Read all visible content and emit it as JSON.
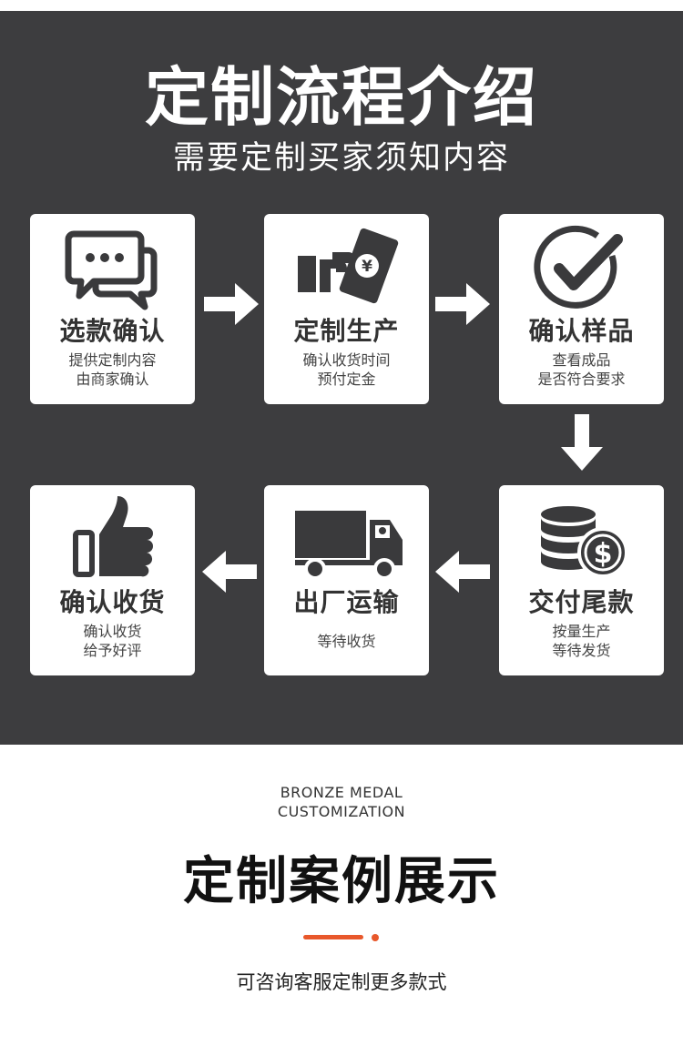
{
  "header": {
    "title": "定制流程介绍",
    "subtitle": "需要定制买家须知内容"
  },
  "steps": [
    {
      "title": "选款确认",
      "desc1": "提供定制内容",
      "desc2": "由商家确认",
      "icon": "chat-bubbles-icon"
    },
    {
      "title": "定制生产",
      "desc1": "确认收货时间",
      "desc2": "预付定金",
      "icon": "hand-money-icon"
    },
    {
      "title": "确认样品",
      "desc1": "查看成品",
      "desc2": "是否符合要求",
      "icon": "checkmark-circle-icon"
    },
    {
      "title": "交付尾款",
      "desc1": "按量生产",
      "desc2": "等待发货",
      "icon": "coins-dollar-icon"
    },
    {
      "title": "出厂运输",
      "desc1": "等待收货",
      "icon": "delivery-truck-icon"
    },
    {
      "title": "确认收货",
      "desc1": "确认收货",
      "desc2": "给予好评",
      "icon": "thumbs-up-icon"
    }
  ],
  "showcase": {
    "en_line1": "BRONZE MEDAL",
    "en_line2": "CUSTOMIZATION",
    "title": "定制案例展示",
    "note": "可咨询客服定制更多款式",
    "accent_color": "#e8582b"
  },
  "colors": {
    "dark_background": "#3d3d3f",
    "card_background": "#ffffff",
    "icon_color": "#3a3a3c"
  }
}
